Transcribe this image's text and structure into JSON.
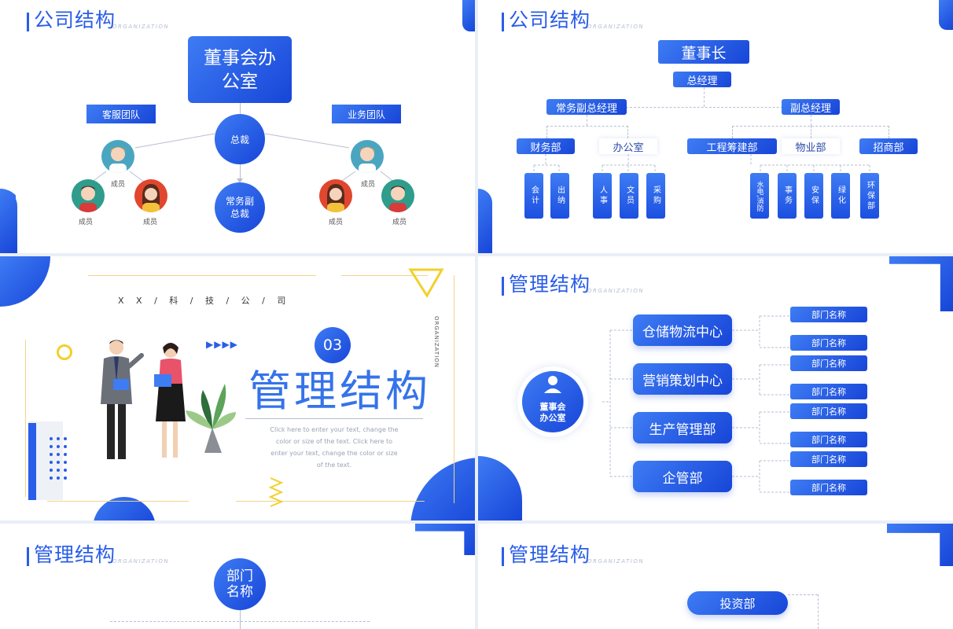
{
  "slide1": {
    "title": "公司结构",
    "title_sub": "ORGANIZATION",
    "board": "董事会办公室",
    "left_team": "客服团队",
    "right_team": "业务团队",
    "president": "总裁",
    "vice_president": "常务副总裁",
    "member": "成员"
  },
  "slide2": {
    "title": "公司结构",
    "title_sub": "ORGANIZATION",
    "chairman": "董事长",
    "gm": "总经理",
    "exec_vgm": "常务副总经理",
    "vgm": "副总经理",
    "depts": [
      "财务部",
      "办公室",
      "工程筹建部",
      "物业部",
      "招商部"
    ],
    "sub_units": [
      "会计",
      "出纳",
      "人事",
      "文员",
      "采购",
      "水电,消防",
      "事务",
      "安保",
      "绿化",
      "环保部"
    ]
  },
  "slide3": {
    "company": "X X / 科 / 技 / 公 / 司",
    "number": "03",
    "heading": "管理结构",
    "side_text": "ORGANIZATION",
    "body": "Click here to enter your text, change the color or size of the text. Click here to enter your text, change the color or size of the text."
  },
  "slide4": {
    "title": "管理结构",
    "title_sub": "ORGANIZATION",
    "center": "董事会办公室",
    "centers": [
      "仓储物流中心",
      "营销策划中心",
      "生产管理部",
      "企管部"
    ],
    "dept_name": "部门名称"
  },
  "slide5": {
    "title": "管理结构",
    "title_sub": "ORGANIZATION",
    "top": "部门名称"
  },
  "slide6": {
    "title": "管理结构",
    "title_sub": "ORGANIZATION",
    "first_item": "投资部"
  },
  "colors": {
    "primary": "#2a5de8",
    "gradient_start": "#3e7cf4",
    "gradient_end": "#1745d8",
    "accent_yellow": "#f2d02c"
  }
}
